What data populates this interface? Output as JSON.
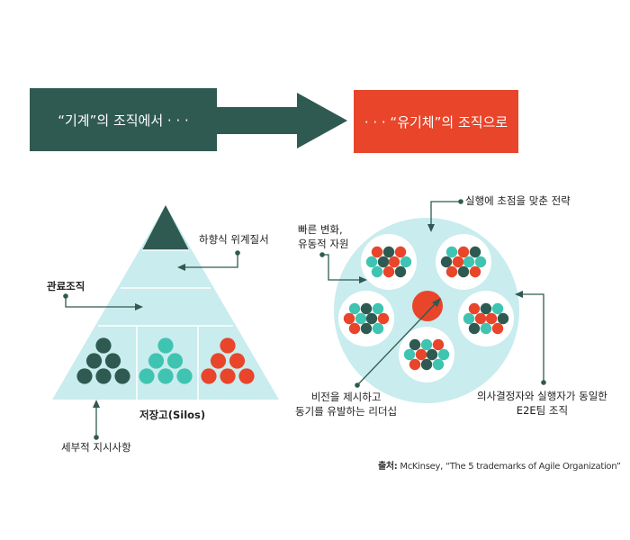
{
  "header": {
    "left_box": "“기계”의 조직에서   · · ·",
    "right_box": "· · ·  “유기체”의 조직으로"
  },
  "colors": {
    "dark_teal": "#2f5a52",
    "red": "#e8452a",
    "mint": "#3fc4b2",
    "light_aqua": "#c9ecee",
    "arrow_gray": "#2f5a52"
  },
  "pyramid": {
    "labels": {
      "top_down": "하향식 위계질서",
      "bureaucracy": "관료조직",
      "silos": "저장고(Silos)",
      "instructions": "세부적 지시사항"
    }
  },
  "organic": {
    "labels": {
      "strategy": "실행에 초점을 맞춘 전략",
      "resources_l1": "빠른 변화,",
      "resources_l2": "유동적 자원",
      "vision_l1": "비전을 제시하고",
      "vision_l2": "동기를 유발하는 리더십",
      "teams_l1": "의사결정자와 실행자가 동일한",
      "teams_l2": "E2E팀 조직"
    }
  },
  "source": {
    "prefix": "출처:",
    "text": "McKinsey, “The 5 trademarks of Agile Organization”"
  }
}
